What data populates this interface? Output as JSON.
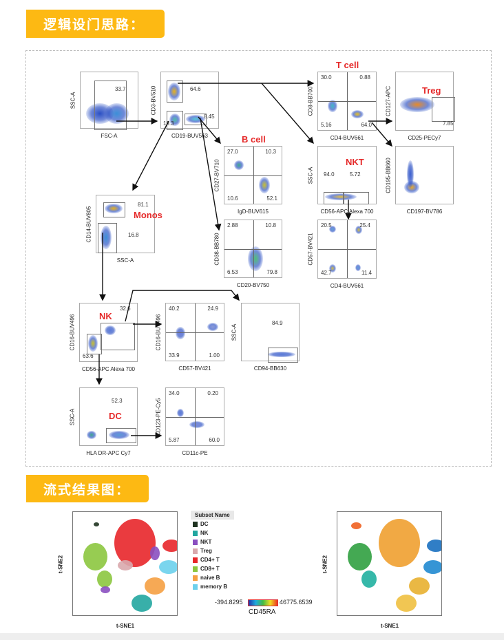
{
  "section1": {
    "title": "逻辑设门思路："
  },
  "section2": {
    "title": "流式结果图："
  },
  "accent_color": "#FDB913",
  "panels": [
    {
      "id": "fsc",
      "ylabel": "SSC-A",
      "xlabel": "FSC-A",
      "title": "",
      "values": [
        "33.7"
      ]
    },
    {
      "id": "cd3cd19",
      "ylabel": "CD3-BV510",
      "xlabel": "CD19-BUV563",
      "title": "",
      "values": [
        "64.6",
        "19.3",
        "8.45"
      ]
    },
    {
      "id": "tcell",
      "ylabel": "CD8-BB700",
      "xlabel": "CD4-BUV661",
      "title": "T cell",
      "quadrants": [
        "30.0",
        "0.88",
        "5.16",
        "64.0"
      ]
    },
    {
      "id": "treg",
      "ylabel": "CD127-APC",
      "xlabel": "CD25-PECy7",
      "title": "Treg",
      "values": [
        "7.85"
      ]
    },
    {
      "id": "nkt",
      "ylabel": "SSC-A",
      "xlabel": "CD56-APC Alexa 700",
      "title": "NKT",
      "values": [
        "94.0",
        "5.72"
      ]
    },
    {
      "id": "cd195",
      "ylabel": "CD195-BB660",
      "xlabel": "CD197-BV786",
      "title": "",
      "values": []
    },
    {
      "id": "nkt-cd57",
      "ylabel": "CD57-BV421",
      "xlabel": "CD4-BUV661",
      "title": "",
      "quadrants": [
        "20.5",
        "25.4",
        "42.7",
        "11.4"
      ]
    },
    {
      "id": "bcell",
      "ylabel": "CD27-BV710",
      "xlabel": "IgD-BUV615",
      "title": "B cell",
      "quadrants": [
        "27.0",
        "10.3",
        "10.6",
        "52.1"
      ]
    },
    {
      "id": "cd38",
      "ylabel": "CD38-BB780",
      "xlabel": "CD20-BV750",
      "title": "",
      "quadrants": [
        "2.88",
        "10.8",
        "6.53",
        "79.8"
      ]
    },
    {
      "id": "monos",
      "ylabel": "CD14-BUV805",
      "xlabel": "SSC-A",
      "title": "Monos",
      "values": [
        "81.1",
        "16.8"
      ]
    },
    {
      "id": "nk",
      "ylabel": "CD16-BUV496",
      "xlabel": "CD56-APC Alexa 700",
      "title": "NK",
      "values": [
        "32.6",
        "63.6"
      ]
    },
    {
      "id": "nk-cd57",
      "ylabel": "CD16-BUV496",
      "xlabel": "CD57-BV421",
      "title": "",
      "quadrants": [
        "40.2",
        "24.9",
        "33.9",
        "1.00"
      ]
    },
    {
      "id": "cd94",
      "ylabel": "SSC-A",
      "xlabel": "CD94-BB630",
      "title": "",
      "values": [
        "84.9"
      ]
    },
    {
      "id": "dc",
      "ylabel": "SSC-A",
      "xlabel": "HLA DR-APC Cy7",
      "title": "DC",
      "values": [
        "52.3"
      ]
    },
    {
      "id": "cd123",
      "ylabel": "CD123-PE-Cy5",
      "xlabel": "CD11c-PE",
      "title": "",
      "quadrants": [
        "34.0",
        "0.20",
        "5.87",
        "60.0"
      ]
    }
  ],
  "tsne": {
    "xlabel": "t-SNE1",
    "ylabel": "t-SNE2",
    "legend_title": "Subset Name",
    "legend": [
      {
        "label": "DC",
        "color": "#1f3320"
      },
      {
        "label": "NK",
        "color": "#22a6a0"
      },
      {
        "label": "NKT",
        "color": "#8a4fc0"
      },
      {
        "label": "Treg",
        "color": "#d9a9ad"
      },
      {
        "label": "CD4+ T",
        "color": "#e8262a"
      },
      {
        "label": "CD8+ T",
        "color": "#8cc63f"
      },
      {
        "label": "naive B",
        "color": "#f5a043"
      },
      {
        "label": "memory B",
        "color": "#6cd0ec"
      }
    ],
    "colorbar": {
      "min": "-394.8295",
      "max": "46775.6539",
      "label": "CD45RA"
    }
  }
}
